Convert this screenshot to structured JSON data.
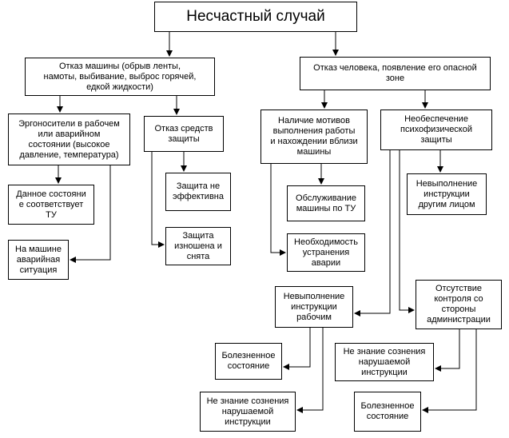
{
  "diagram": {
    "root": "Несчастный случай",
    "machine_failure": "Отказ машины (обрыв ленты,\nнамоты, выбивание, выброс горячей,\nедкой жидкости)",
    "human_failure": "Отказ человека,  появление его опасной\nзоне",
    "ergonomic": "Эргоносители в рабочем\nили аварийном\nсостоянии (высокое\nдавление, температура)",
    "protection_failure": "Отказ средств\nзащиты",
    "motives": "Наличие мотивов\nвыполнения работы\nи нахождении вблизи\nмашины",
    "psychophysical": "Необеспечение\nпсихофизической\nзащиты",
    "state_tu": "Данное состояни\nе соответствует\nТУ",
    "ineffective": "Защита не\nэффективна",
    "noinstr_other": "Невыполнение\nинструкции\nдругим лицом",
    "service": "Обслуживание\nмашины по ТУ",
    "emergency": "На машине\nаварийная\nситуация",
    "worn": "Защита\nизношена и\nснята",
    "repair": "Необходимость\nустранения\nаварии",
    "noinstr_worker": "Невыполнение\nинструкции\nрабочим",
    "control": "Отсутствие\nконтроля со\nстороны\nадминистрации",
    "ill_1": "Болезненное\nсостояние",
    "noknow_1": "Не знание сознения\nнарушаемой\nинструкции",
    "noknow_2": "Не знание сознения\nнарушаемой\nинструкции",
    "ill_2": "Болезненное\nсостояние"
  }
}
